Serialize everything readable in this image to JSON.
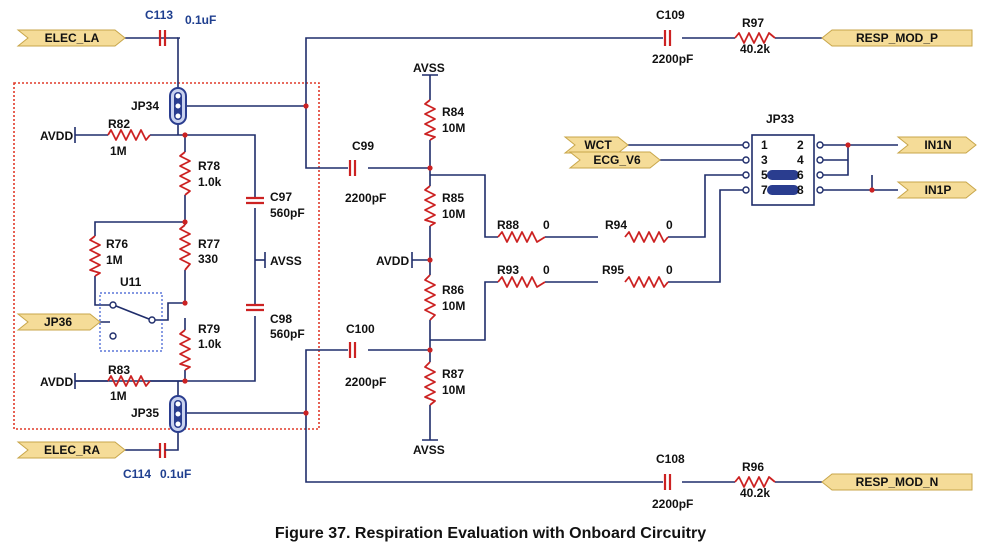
{
  "caption": "Figure 37. Respiration Evaluation with Onboard Circuitry",
  "colors": {
    "wire": "#1f2d6b",
    "component": "#cc2222",
    "port_fill": "#f5dc98",
    "jumper": "#2a3d8f",
    "border_box": "#e03a2a"
  },
  "ports": {
    "elec_la": "ELEC_LA",
    "elec_ra": "ELEC_RA",
    "jp36": "JP36",
    "resp_mod_p": "RESP_MOD_P",
    "resp_mod_n": "RESP_MOD_N",
    "wct": "WCT",
    "ecg_v6": "ECG_V6",
    "in1n": "IN1N",
    "in1p": "IN1P"
  },
  "components": {
    "c113": {
      "ref": "C113",
      "value": "0.1uF"
    },
    "c114": {
      "ref": "C114",
      "value": "0.1uF"
    },
    "c97": {
      "ref": "C97",
      "value": "560pF"
    },
    "c98": {
      "ref": "C98",
      "value": "560pF"
    },
    "c99": {
      "ref": "C99",
      "value": "2200pF"
    },
    "c100": {
      "ref": "C100",
      "value": "2200pF"
    },
    "c109": {
      "ref": "C109",
      "value": "2200pF"
    },
    "c108": {
      "ref": "C108",
      "value": "2200pF"
    },
    "r82": {
      "ref": "R82",
      "value": "1M"
    },
    "r83": {
      "ref": "R83",
      "value": "1M"
    },
    "r78": {
      "ref": "R78",
      "value": "1.0k"
    },
    "r77": {
      "ref": "R77",
      "value": "330"
    },
    "r79": {
      "ref": "R79",
      "value": "1.0k"
    },
    "r76": {
      "ref": "R76",
      "value": "1M"
    },
    "r84": {
      "ref": "R84",
      "value": "10M"
    },
    "r85": {
      "ref": "R85",
      "value": "10M"
    },
    "r86": {
      "ref": "R86",
      "value": "10M"
    },
    "r87": {
      "ref": "R87",
      "value": "10M"
    },
    "r88": {
      "ref": "R88",
      "value": "0"
    },
    "r94": {
      "ref": "R94",
      "value": "0"
    },
    "r93": {
      "ref": "R93",
      "value": "0"
    },
    "r95": {
      "ref": "R95",
      "value": "0"
    },
    "r97": {
      "ref": "R97",
      "value": "40.2k"
    },
    "r96": {
      "ref": "R96",
      "value": "40.2k"
    }
  },
  "labels": {
    "jp34": "JP34",
    "jp35": "JP35",
    "jp33": "JP33",
    "u11": "U11",
    "avdd_top": "AVDD",
    "avdd_bottom": "AVDD",
    "avdd_mid": "AVDD",
    "avss_c": "AVSS",
    "avss_top": "AVSS",
    "avss_bottom": "AVSS",
    "jp33_pins": [
      "1",
      "2",
      "3",
      "4",
      "5",
      "6",
      "7",
      "8"
    ]
  }
}
